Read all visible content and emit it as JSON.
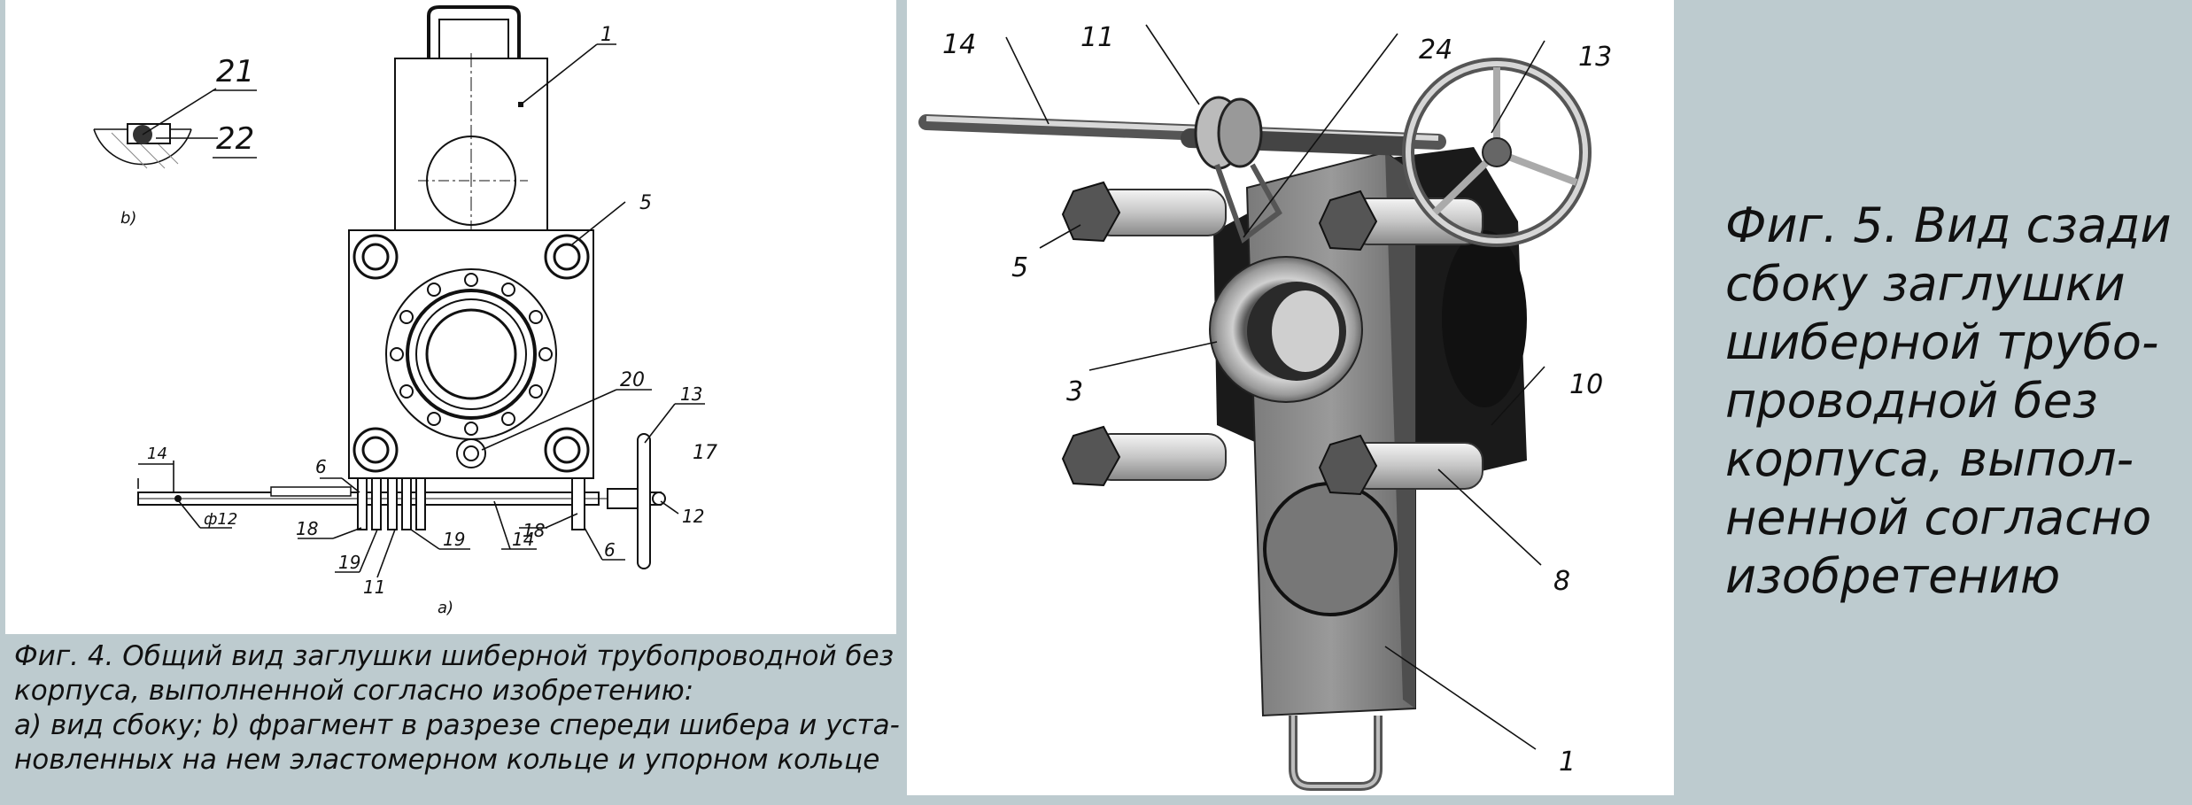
{
  "fig4": {
    "labels": {
      "l1": "1",
      "l5": "5",
      "l6a": "6",
      "l6b": "6",
      "l11": "11",
      "l12": "12",
      "l13": "13",
      "l14a": "14",
      "l14b": "14",
      "l17": "17",
      "l18a": "18",
      "l18b": "18",
      "l19a": "19",
      "l19b": "19",
      "l20": "20",
      "l21": "21",
      "l22": "22",
      "phi12": "ф12",
      "sub_a": "a)",
      "sub_b": "b)"
    },
    "caption": {
      "line1": "Фиг. 4. Общий вид заглушки шиберной трубопроводной без",
      "line2": "корпуса, выполненной согласно изобретению:",
      "line3": "а) вид сбоку; b) фрагмент в разрезе спереди шибера и уста-",
      "line4": "новленных на нем эластомерном кольце и упорном кольце"
    }
  },
  "fig5": {
    "labels": {
      "l14": "14",
      "l11": "11",
      "l24": "24",
      "l13": "13",
      "l5": "5",
      "l3": "3",
      "l10": "10",
      "l8": "8",
      "l1": "1"
    },
    "caption": {
      "line1": "Фиг. 5. Вид сзади",
      "line2": "сбоку заглушки",
      "line3": "шиберной трубо-",
      "line4": "проводной без",
      "line5": "корпуса, выпол-",
      "line6": "ненной согласно",
      "line7": "изобретению"
    }
  }
}
